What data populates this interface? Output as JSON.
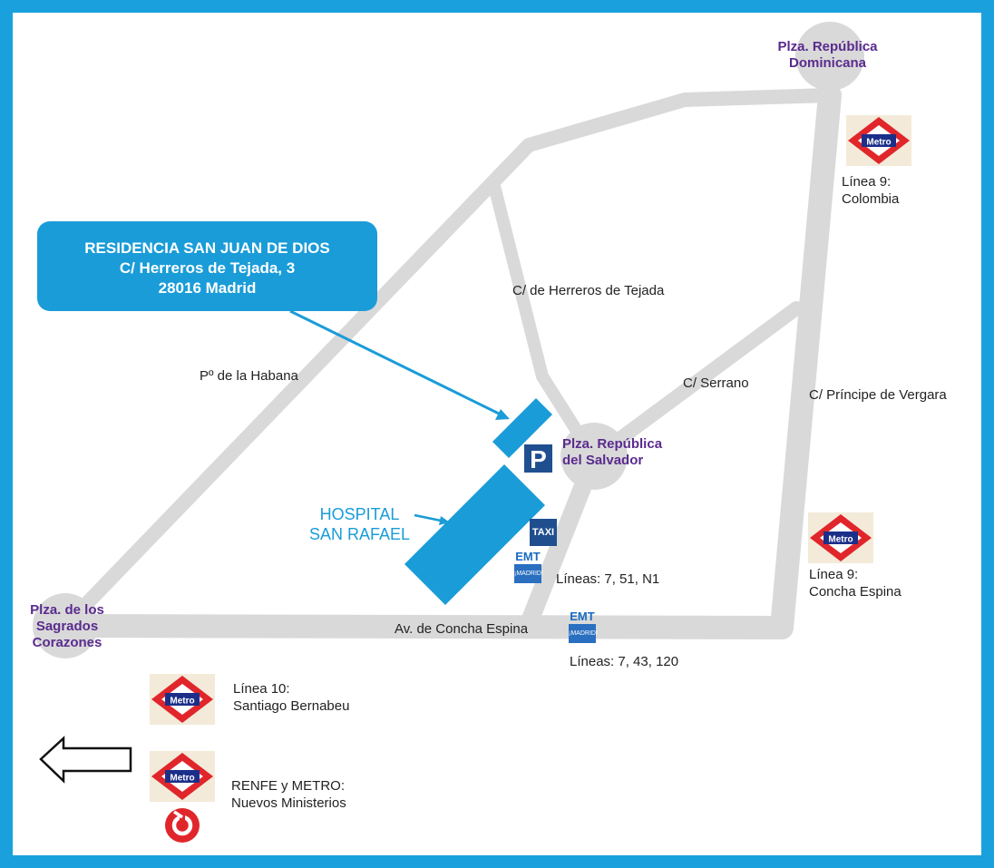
{
  "callout": {
    "line1": "RESIDENCIA SAN JUAN DE DIOS",
    "line2": "C/ Herreros de Tejada, 3",
    "line3": "28016 Madrid"
  },
  "hospital": {
    "line1": "HOSPITAL",
    "line2": "SAN RAFAEL"
  },
  "streets": {
    "habana": "Pº de la Habana",
    "herreros": "C/ de Herreros de Tejada",
    "serrano": "C/ Serrano",
    "principe": "C/ Príncipe de Vergara",
    "concha": "Av. de Concha Espina"
  },
  "plazas": {
    "dominicana": {
      "line1": "Plza. República",
      "line2": "Dominicana"
    },
    "salvador": {
      "line1": "Plza. República",
      "line2": "del Salvador"
    },
    "sagrados": {
      "line1": "Plza. de los",
      "line2": "Sagrados",
      "line3": "Corazones"
    }
  },
  "metro": {
    "logo": "Metro",
    "colombia": {
      "line": "Línea 9:",
      "station": "Colombia"
    },
    "concha": {
      "line": "Línea 9:",
      "station": "Concha Espina"
    },
    "bernabeu": {
      "line": "Línea 10:",
      "station": "Santiago Bernabeu"
    },
    "nuevos": {
      "line": "RENFE y METRO:",
      "station": "Nuevos Ministerios"
    }
  },
  "bus": {
    "emt": "EMT",
    "madrid": "¡MADRID!",
    "lines_top": "Líneas:  7, 51, N1",
    "lines_bottom": "Líneas: 7, 43, 120"
  },
  "icons": {
    "parking": "P",
    "taxi": "TAXI"
  },
  "colors": {
    "frame": "#1aa0dc",
    "road": "#d9d9d9",
    "building": "#1a9cd8",
    "plaza_text": "#5a2b8e",
    "metro_red": "#e0262b",
    "metro_blue": "#1b2f8a"
  }
}
